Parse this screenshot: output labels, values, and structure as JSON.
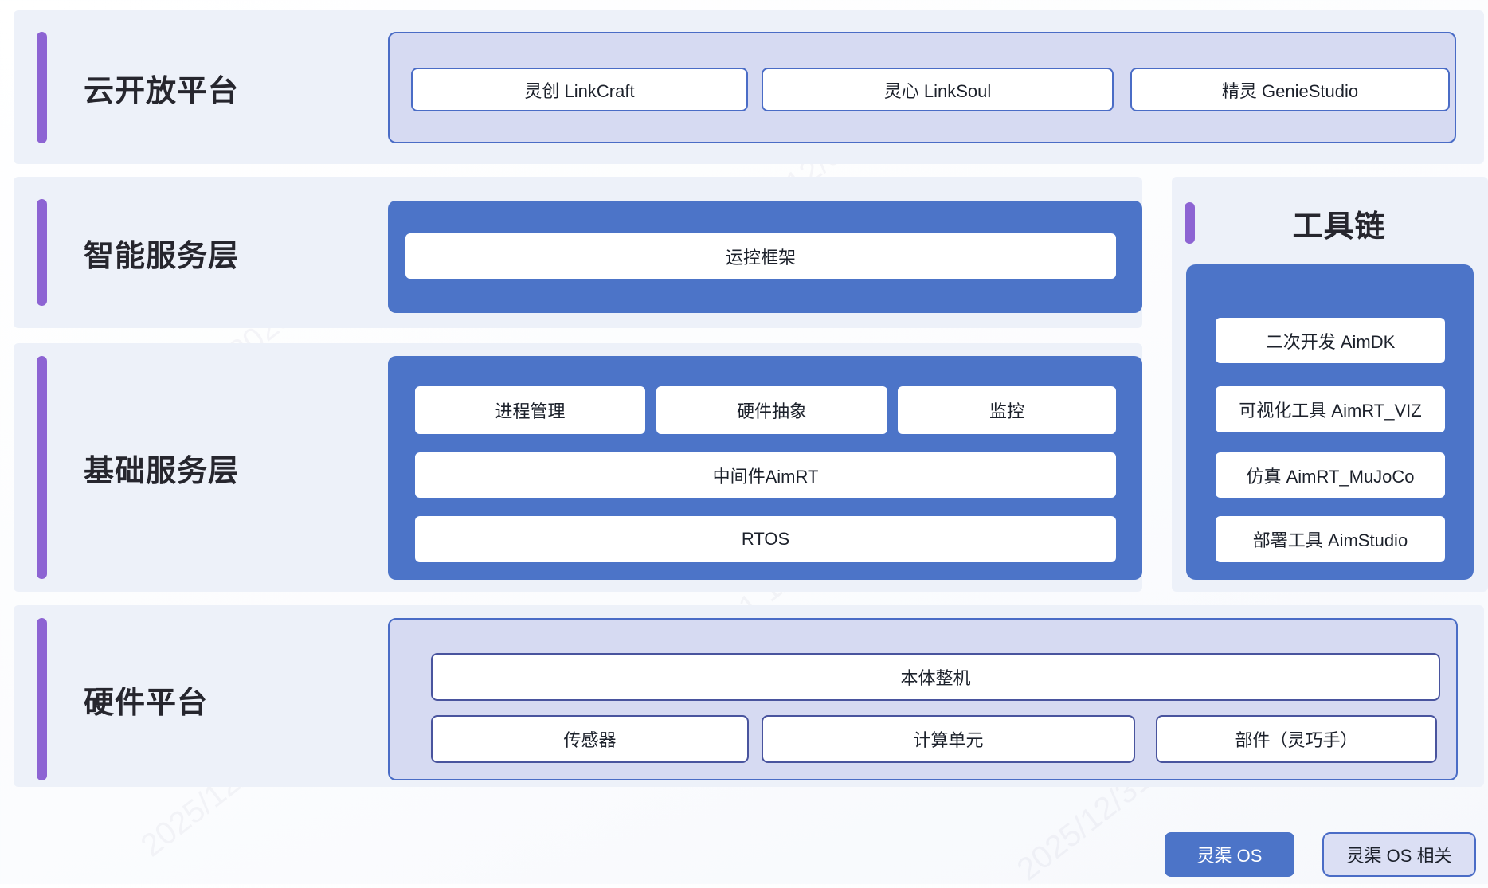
{
  "cloud_platform": {
    "title": "云开放平台",
    "items": {
      "linkcraft": "灵创 LinkCraft",
      "linksoul": "灵心 LinkSoul",
      "geniestudio": "精灵 GenieStudio"
    }
  },
  "intelligent_layer": {
    "title": "智能服务层",
    "framework": "运控框架"
  },
  "foundation_layer": {
    "title": "基础服务层",
    "process_mgmt": "进程管理",
    "hw_abstraction": "硬件抽象",
    "monitoring": "监控",
    "middleware": "中间件AimRT",
    "rtos": "RTOS"
  },
  "toolchain": {
    "title": "工具链",
    "aimdk": "二次开发 AimDK",
    "aimrt_viz": "可视化工具 AimRT_VIZ",
    "aimrt_mujoco": "仿真 AimRT_MuJoCo",
    "aimstudio": "部署工具 AimStudio"
  },
  "hardware_platform": {
    "title": "硬件平台",
    "body": "本体整机",
    "sensors": "传感器",
    "compute": "计算单元",
    "parts": "部件（灵巧手）"
  },
  "legend": {
    "os": "灵渠 OS",
    "os_related": "灵渠 OS 相关"
  },
  "watermark": {
    "text": "2025/12/31 11:42"
  },
  "colors": {
    "accent_purple": "#8d64d3",
    "fill_blue": "#4c74c8",
    "border_blue": "#4a6cc6",
    "border_indigo": "#49549e",
    "panel_bg": "#edf1f9",
    "lavender_fill": "#d6daf2"
  }
}
